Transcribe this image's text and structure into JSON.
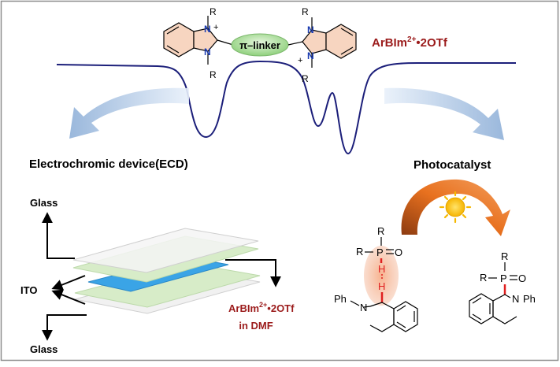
{
  "molecule": {
    "R": "R",
    "N": "N",
    "plus": "+",
    "linker": "π–linker",
    "name": "ArBIm",
    "name_sup": "2+",
    "name_rest": "•2OTf"
  },
  "ecd": {
    "title": "Electrochromic device(ECD)",
    "glass": "Glass",
    "ito": "ITO",
    "electrolyte_name": "ArBIm",
    "electrolyte_sup": "2+",
    "electrolyte_rest": "•2OTf",
    "electrolyte_solvent": "in DMF"
  },
  "photo": {
    "title": "Photocatalyst",
    "R": "R",
    "P": "P",
    "O": "O",
    "H": "H",
    "N": "N",
    "Ph": "Ph"
  },
  "colors": {
    "ring_fill": "#f7d5c0",
    "linker_fill": "#b7e3a8",
    "accent_red": "#9b1b1b",
    "wave": "#1c1f7a",
    "ito_blue": "#3aa4e6",
    "glass_green": "#d7ecc8",
    "h_glow": "#f4a07a",
    "curve_orange": "#e8711f"
  }
}
